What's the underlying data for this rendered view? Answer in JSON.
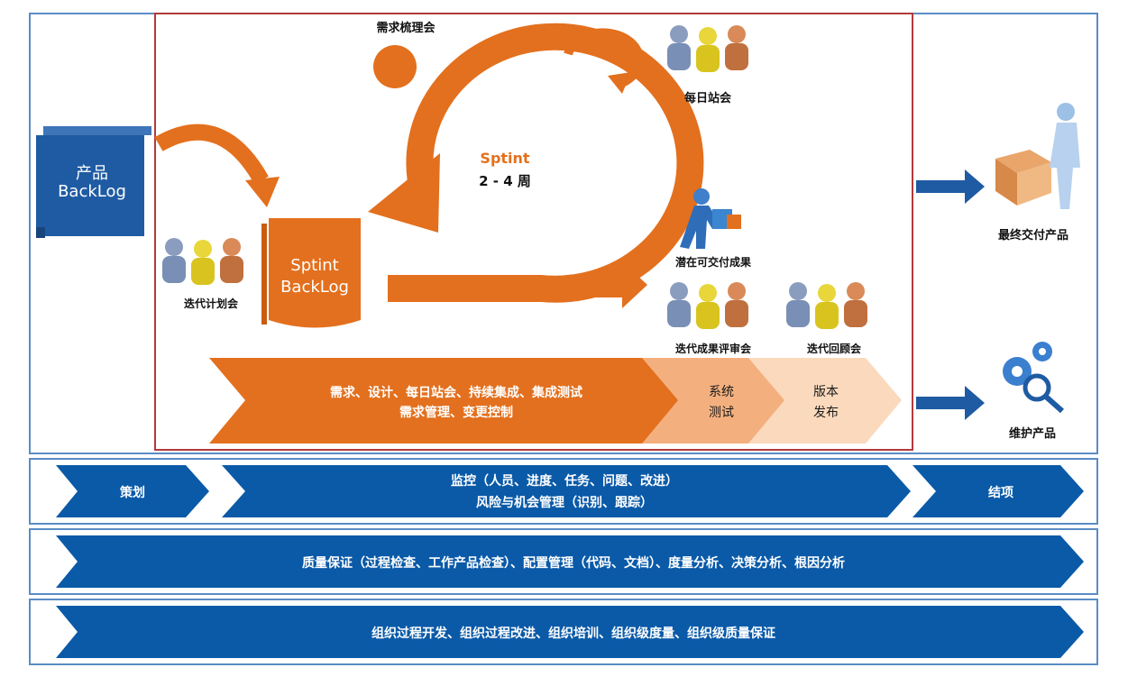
{
  "product_backlog": {
    "line1": "产品",
    "line2": "BackLog"
  },
  "sprint_backlog": {
    "line1": "Sptint",
    "line2": "BackLog"
  },
  "sprint_cycle": {
    "name": "Sptint",
    "duration": "2 - 4 周"
  },
  "meetings": {
    "refinement": "需求梳理会",
    "daily_standup": "每日站会",
    "iteration_planning": "迭代计划会",
    "iteration_review": "迭代成果评审会",
    "retrospective": "迭代回顾会"
  },
  "increment_label": "潜在可交付成果",
  "outputs": {
    "final_product": "最终交付产品",
    "maintain_product": "维护产品"
  },
  "dev_chevron": {
    "line1": "需求、设计、每日站会、持续集成、集成测试",
    "line2": "需求管理、变更控制"
  },
  "system_test": {
    "line1": "系统",
    "line2": "测试"
  },
  "release": {
    "line1": "版本",
    "line2": "发布"
  },
  "pm_row": {
    "plan": "策划",
    "monitor_line1": "监控（人员、进度、任务、问题、改进）",
    "monitor_line2": "风险与机会管理（识别、跟踪）",
    "close": "结项"
  },
  "qa_row": "质量保证（过程检查、工作产品检查）、配置管理（代码、文档）、度量分析、决策分析、根因分析",
  "org_row": "组织过程开发、组织过程改进、组织培训、组织级度量、组织级质量保证",
  "colors": {
    "orange": "#e3701e",
    "light_orange": "#f5b98a",
    "pale_orange": "#fbd9bd",
    "blue": "#0a5aa8",
    "frame_blue": "#5b8cc4",
    "frame_red": "#b23a3a"
  }
}
